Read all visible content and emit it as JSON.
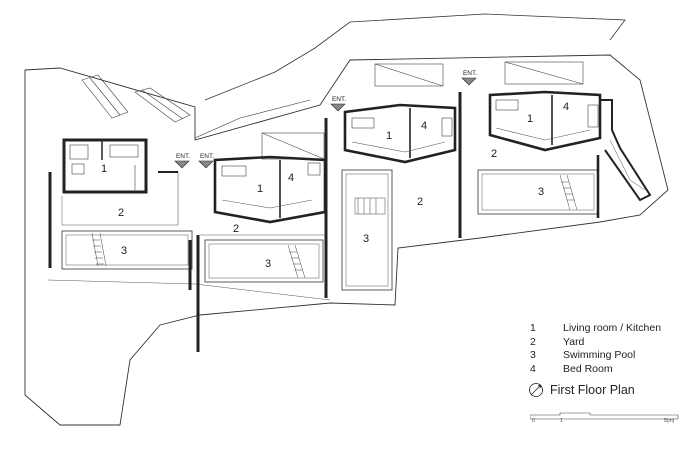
{
  "plan": {
    "title": "First Floor Plan",
    "entrance_label": "ENT.",
    "room_numbers": {
      "living": "1",
      "yard": "2",
      "pool": "3",
      "bed": "4"
    }
  },
  "legend": {
    "items": [
      {
        "num": "1",
        "label": "Living room / Kitchen"
      },
      {
        "num": "2",
        "label": "Yard"
      },
      {
        "num": "3",
        "label": "Swimming Pool"
      },
      {
        "num": "4",
        "label": "Bed Room"
      }
    ]
  },
  "scale": {
    "labels": [
      "0",
      "1",
      "5(m)"
    ]
  },
  "colors": {
    "line": "#333333",
    "wall": "#222222",
    "glass": "#555555"
  }
}
